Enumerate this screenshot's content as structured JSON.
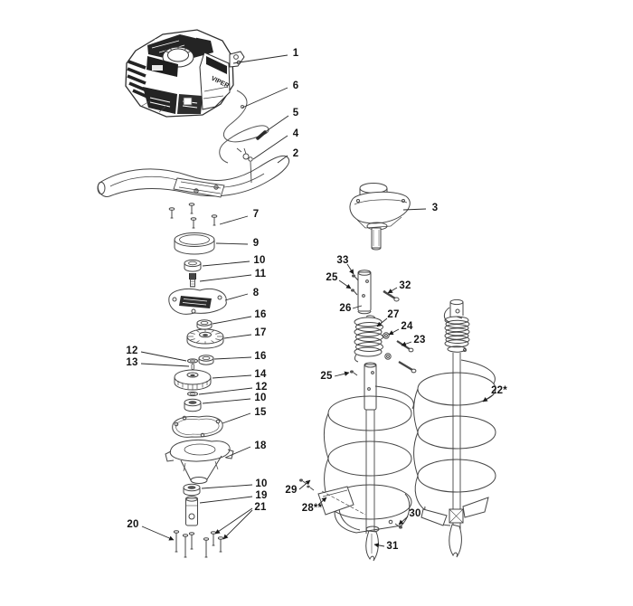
{
  "figure": {
    "type": "exploded-parts-diagram",
    "subject": "engine powered auger assembly",
    "background": "#ffffff",
    "art_color": "#454545",
    "label_color": "#141414",
    "engine_text": "VIPER"
  },
  "callouts": [
    {
      "label": "1"
    },
    {
      "label": "6"
    },
    {
      "label": "5"
    },
    {
      "label": "4"
    },
    {
      "label": "2"
    },
    {
      "label": "7"
    },
    {
      "label": "9"
    },
    {
      "label": "10"
    },
    {
      "label": "11"
    },
    {
      "label": "8"
    },
    {
      "label": "16"
    },
    {
      "label": "17"
    },
    {
      "label": "12"
    },
    {
      "label": "13"
    },
    {
      "label": "16"
    },
    {
      "label": "14"
    },
    {
      "label": "12"
    },
    {
      "label": "10"
    },
    {
      "label": "15"
    },
    {
      "label": "18"
    },
    {
      "label": "10"
    },
    {
      "label": "19"
    },
    {
      "label": "21"
    },
    {
      "label": "20"
    },
    {
      "label": "3"
    },
    {
      "label": "33"
    },
    {
      "label": "25"
    },
    {
      "label": "32"
    },
    {
      "label": "26"
    },
    {
      "label": "27"
    },
    {
      "label": "24"
    },
    {
      "label": "23"
    },
    {
      "label": "25"
    },
    {
      "label": "22*"
    },
    {
      "label": "29"
    },
    {
      "label": "28**"
    },
    {
      "label": "30"
    },
    {
      "label": "31"
    }
  ]
}
